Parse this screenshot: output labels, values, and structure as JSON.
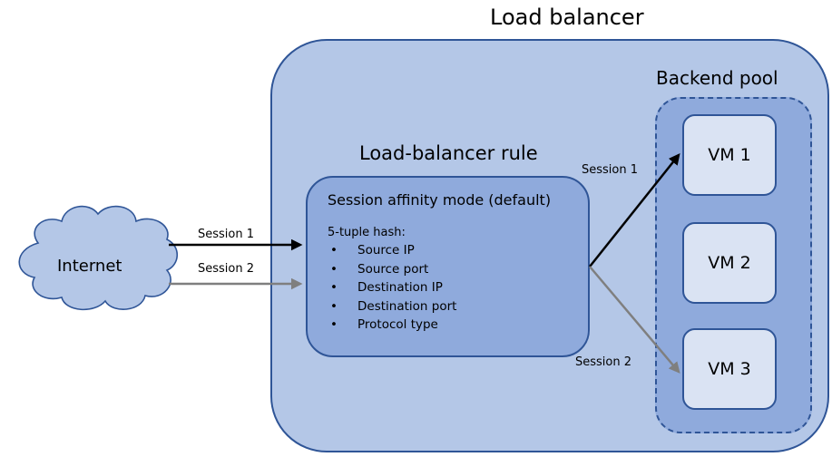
{
  "load_balancer": {
    "title": "Load balancer"
  },
  "backend_pool": {
    "title": "Backend pool",
    "vms": [
      "VM 1",
      "VM 2",
      "VM 3"
    ]
  },
  "rule": {
    "title": "Load-balancer rule",
    "mode": "Session affinity mode (default)",
    "hash_title": "5-tuple hash:",
    "hash_items": [
      "Source IP",
      "Source port",
      "Destination IP",
      "Destination port",
      "Protocol type"
    ]
  },
  "internet": {
    "label": "Internet"
  },
  "sessions": {
    "in_1": "Session 1",
    "in_2": "Session 2",
    "out_1": "Session 1",
    "out_2": "Session 2"
  },
  "colors": {
    "lb_fill": "#b4c7e7",
    "inner_fill": "#8faadc",
    "vm_fill": "#dae3f3",
    "border": "#2f5597",
    "session1_arrow": "#000000",
    "session2_arrow": "#7f7f7f"
  }
}
